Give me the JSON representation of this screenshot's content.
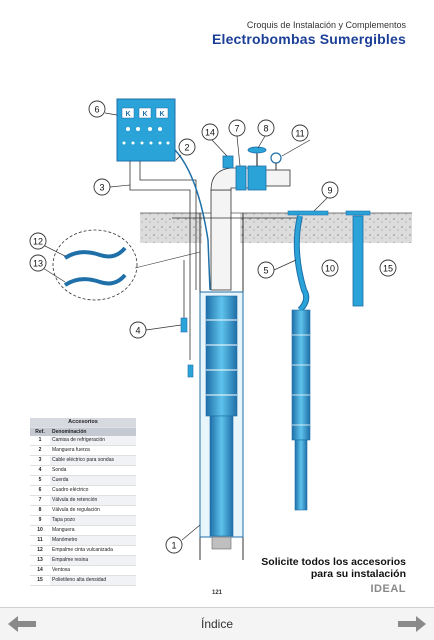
{
  "header": {
    "kicker": "Croquis de Instalación y Complementos",
    "title": "Electrobombas Sumergibles"
  },
  "callouts": [
    "1",
    "2",
    "3",
    "4",
    "5",
    "6",
    "7",
    "8",
    "9",
    "10",
    "11",
    "12",
    "13",
    "14",
    "15"
  ],
  "control_box_symbols": [
    "K",
    "K",
    "K"
  ],
  "accessories": {
    "caption": "Accesorios",
    "headers": {
      "ref": "Ref.",
      "name": "Denominación"
    },
    "rows": [
      {
        "ref": "1",
        "name": "Camisa de refrigeración"
      },
      {
        "ref": "2",
        "name": "Manguera fuerza"
      },
      {
        "ref": "3",
        "name": "Cable eléctrico para sondas"
      },
      {
        "ref": "4",
        "name": "Sonda"
      },
      {
        "ref": "5",
        "name": "Cuerda"
      },
      {
        "ref": "6",
        "name": "Cuadro eléctrico"
      },
      {
        "ref": "7",
        "name": "Válvula de retención"
      },
      {
        "ref": "8",
        "name": "Válvula de regulación"
      },
      {
        "ref": "9",
        "name": "Tapa pozo"
      },
      {
        "ref": "10",
        "name": "Manguera"
      },
      {
        "ref": "11",
        "name": "Manómetro"
      },
      {
        "ref": "12",
        "name": "Empalme cinta vulcanizada"
      },
      {
        "ref": "13",
        "name": "Empalme resina"
      },
      {
        "ref": "14",
        "name": "Ventosa"
      },
      {
        "ref": "15",
        "name": "Polietileno alta densidad"
      }
    ]
  },
  "cta": {
    "line1": "Solicite todos los accesorios",
    "line2": "para su instalación"
  },
  "page_number": "121",
  "brand": "IDEAL",
  "nav": {
    "index_label": "Índice",
    "prev_icon": "arrow-left-icon",
    "next_icon": "arrow-right-icon"
  },
  "colors": {
    "title": "#1b3f97",
    "pump": "#29a3d8",
    "pump_dark": "#1f6fa8",
    "hatch": "#d8d8d8"
  }
}
